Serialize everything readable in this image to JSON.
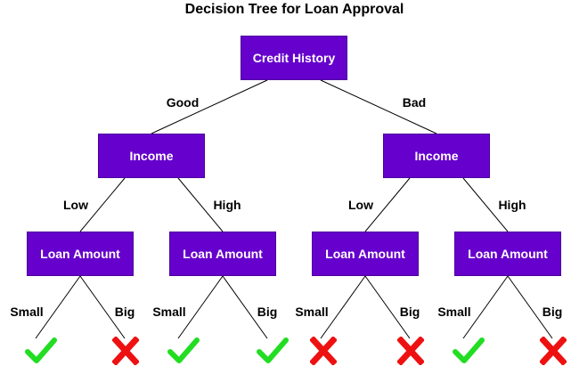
{
  "title": "Decision Tree for Loan Approval",
  "colors": {
    "node_fill": "#6600cc",
    "node_text": "#ffffff",
    "check": "#22dd22",
    "cross": "#ee1111"
  },
  "root": {
    "label": "Credit History"
  },
  "branches": [
    {
      "edge_label": "Good",
      "node_label": "Income",
      "children": [
        {
          "edge_label": "Low",
          "node_label": "Loan Amount",
          "leaves": [
            {
              "edge_label": "Small",
              "outcome": "check-icon"
            },
            {
              "edge_label": "Big",
              "outcome": "cross-icon"
            }
          ]
        },
        {
          "edge_label": "High",
          "node_label": "Loan Amount",
          "leaves": [
            {
              "edge_label": "Small",
              "outcome": "check-icon"
            },
            {
              "edge_label": "Big",
              "outcome": "check-icon"
            }
          ]
        }
      ]
    },
    {
      "edge_label": "Bad",
      "node_label": "Income",
      "children": [
        {
          "edge_label": "Low",
          "node_label": "Loan Amount",
          "leaves": [
            {
              "edge_label": "Small",
              "outcome": "cross-icon"
            },
            {
              "edge_label": "Big",
              "outcome": "cross-icon"
            }
          ]
        },
        {
          "edge_label": "High",
          "node_label": "Loan Amount",
          "leaves": [
            {
              "edge_label": "Small",
              "outcome": "check-icon"
            },
            {
              "edge_label": "Big",
              "outcome": "cross-icon"
            }
          ]
        }
      ]
    }
  ]
}
